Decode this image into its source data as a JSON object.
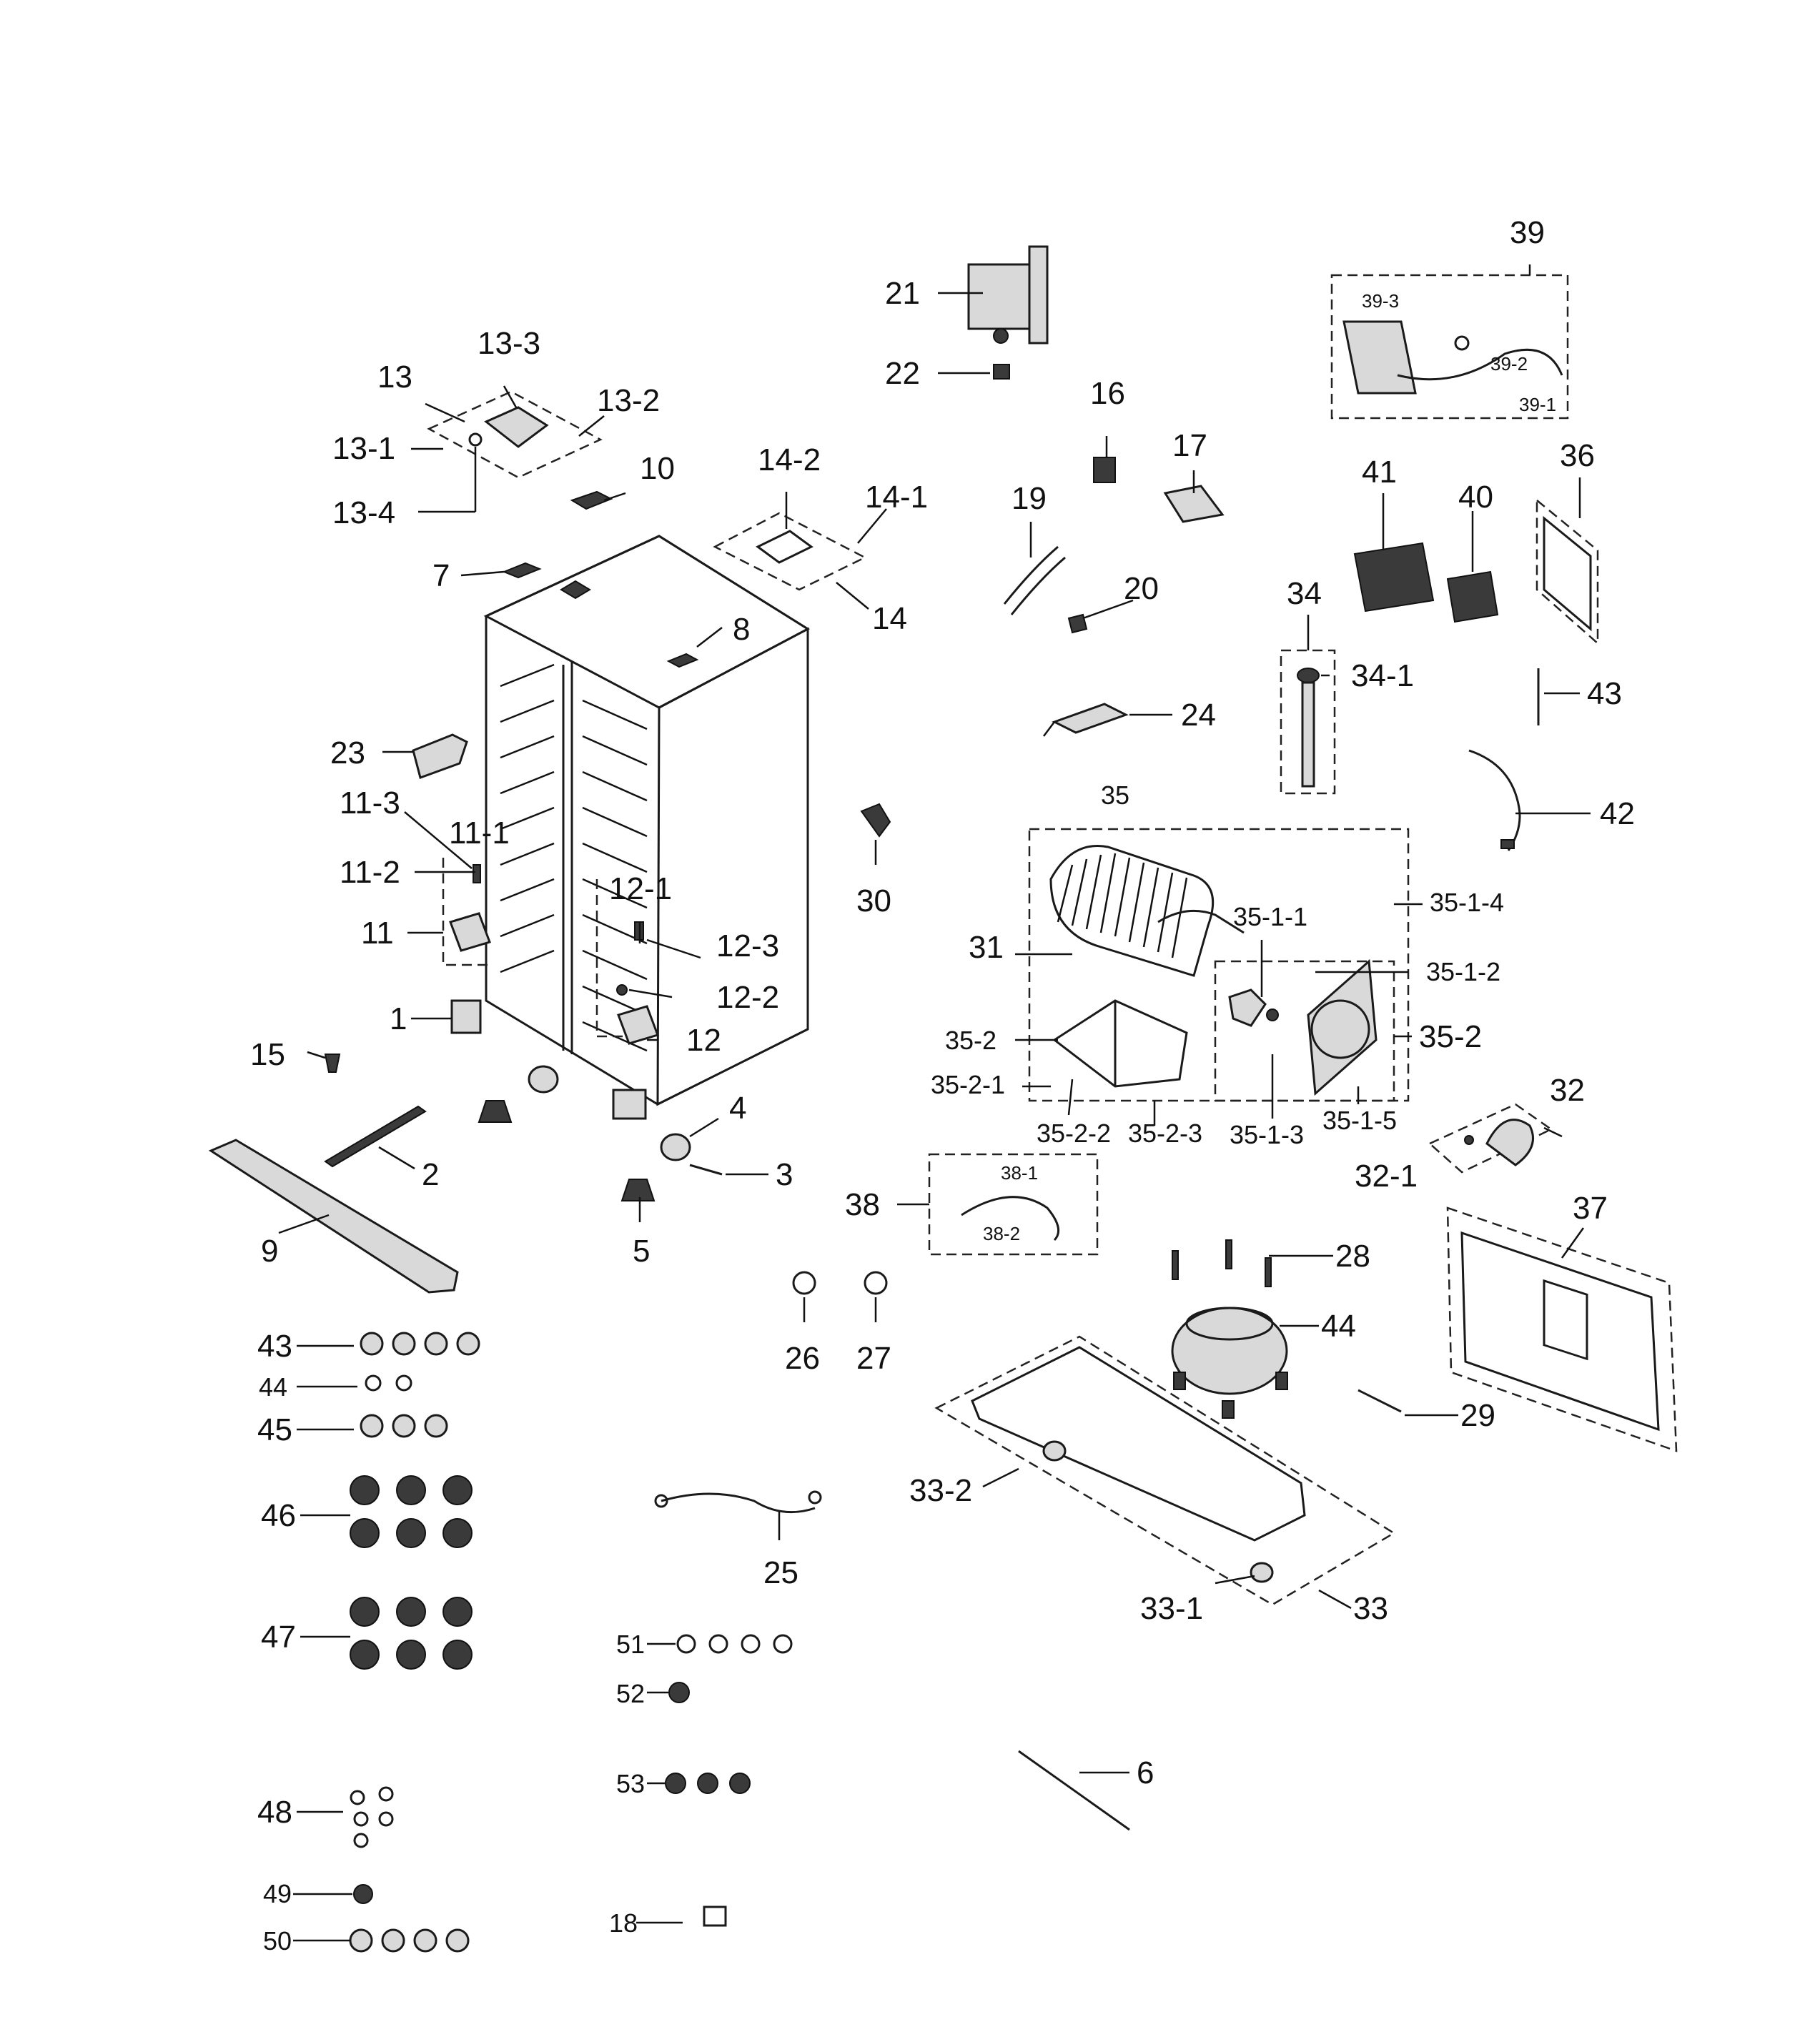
{
  "labels": {
    "p1": "1",
    "p2": "2",
    "p3": "3",
    "p4": "4",
    "p5": "5",
    "p6": "6",
    "p7": "7",
    "p8": "8",
    "p9": "9",
    "p10": "10",
    "p11": "11",
    "p11_1": "11-1",
    "p11_2": "11-2",
    "p11_3": "11-3",
    "p12": "12",
    "p12_1": "12-1",
    "p12_2": "12-2",
    "p12_3": "12-3",
    "p13": "13",
    "p13_1": "13-1",
    "p13_2": "13-2",
    "p13_3": "13-3",
    "p13_4": "13-4",
    "p14": "14",
    "p14_1": "14-1",
    "p14_2": "14-2",
    "p15": "15",
    "p16": "16",
    "p17": "17",
    "p18": "18",
    "p19": "19",
    "p20": "20",
    "p21": "21",
    "p22": "22",
    "p23": "23",
    "p24": "24",
    "p25": "25",
    "p26": "26",
    "p27": "27",
    "p28": "28",
    "p29": "29",
    "p30": "30",
    "p31": "31",
    "p32": "32",
    "p32_1": "32-1",
    "p33": "33",
    "p33_1": "33-1",
    "p33_2": "33-2",
    "p34": "34",
    "p34_1": "34-1",
    "p35": "35",
    "p35_1_1": "35-1-1",
    "p35_1_2": "35-1-2",
    "p35_1_3": "35-1-3",
    "p35_1_4": "35-1-4",
    "p35_1_5": "35-1-5",
    "p35_2a": "35-2",
    "p35_2b": "35-2",
    "p35_2_1": "35-2-1",
    "p35_2_2": "35-2-2",
    "p35_2_3": "35-2-3",
    "p36": "36",
    "p37": "37",
    "p38": "38",
    "p38_1": "38-1",
    "p38_2": "38-2",
    "p39": "39",
    "p39_1": "39-1",
    "p39_2": "39-2",
    "p39_3": "39-3",
    "p40": "40",
    "p41": "41",
    "p42": "42",
    "p43a": "43",
    "p43b": "43",
    "p44a": "44",
    "p44b": "44",
    "p45": "45",
    "p46": "46",
    "p47": "47",
    "p48": "48",
    "p49": "49",
    "p50": "50",
    "p51": "51",
    "p52": "52",
    "p53": "53"
  }
}
